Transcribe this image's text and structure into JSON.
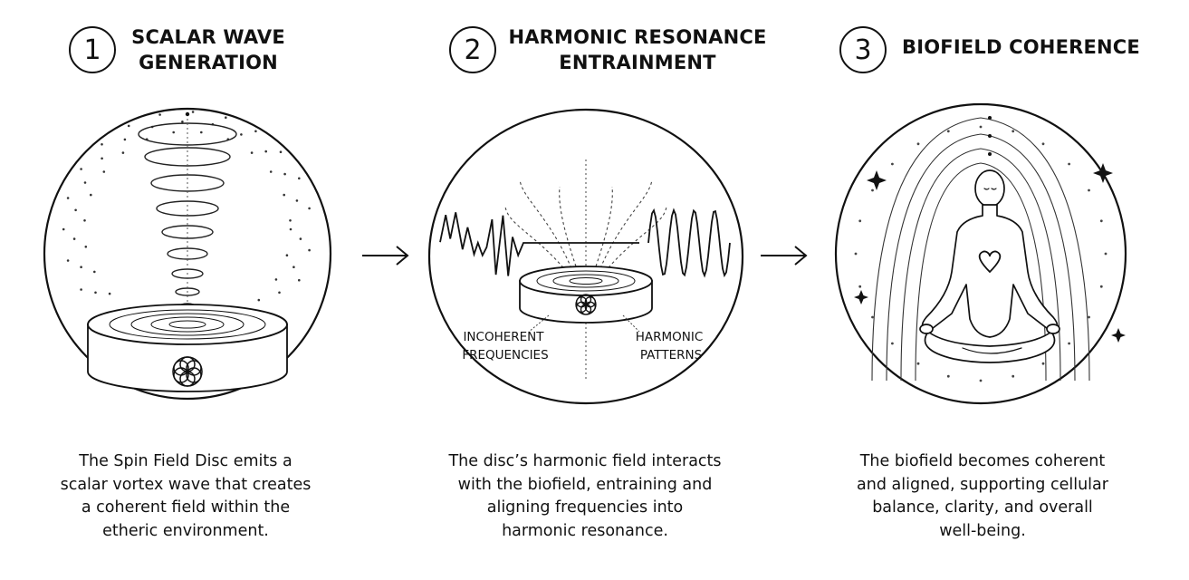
{
  "steps": [
    {
      "number": "1",
      "title": "SCALAR WAVE\nGENERATION",
      "caption": "The Spin Field Disc emits a\nscalar vortex wave that creates\na coherent field within the\netheric environment."
    },
    {
      "number": "2",
      "title": "HARMONIC RESONANCE\nENTRAINMENT",
      "caption": "The disc’s harmonic field interacts\nwith the biofield, entraining and\naligning frequencies into\nharmonic resonance.",
      "labels": {
        "incoherent_1": "INCOHERENT",
        "incoherent_2": "FREQUENCIES",
        "harmonic_1": "HARMONIC",
        "harmonic_2": "PATTERNS"
      }
    },
    {
      "number": "3",
      "title": "BIOFIELD COHERENCE",
      "caption": "The biofield becomes coherent\nand aligned, supporting cellular\nbalance, clarity, and overall\nwell-being."
    }
  ],
  "arrows": [
    "→",
    "→"
  ],
  "icons": {
    "vortex": "scalar-vortex-icon",
    "disc": "spin-field-disc-icon",
    "flower": "flower-of-life-icon",
    "meditator": "meditating-figure-icon",
    "heart": "heart-icon",
    "sparkle": "sparkle-icon"
  }
}
